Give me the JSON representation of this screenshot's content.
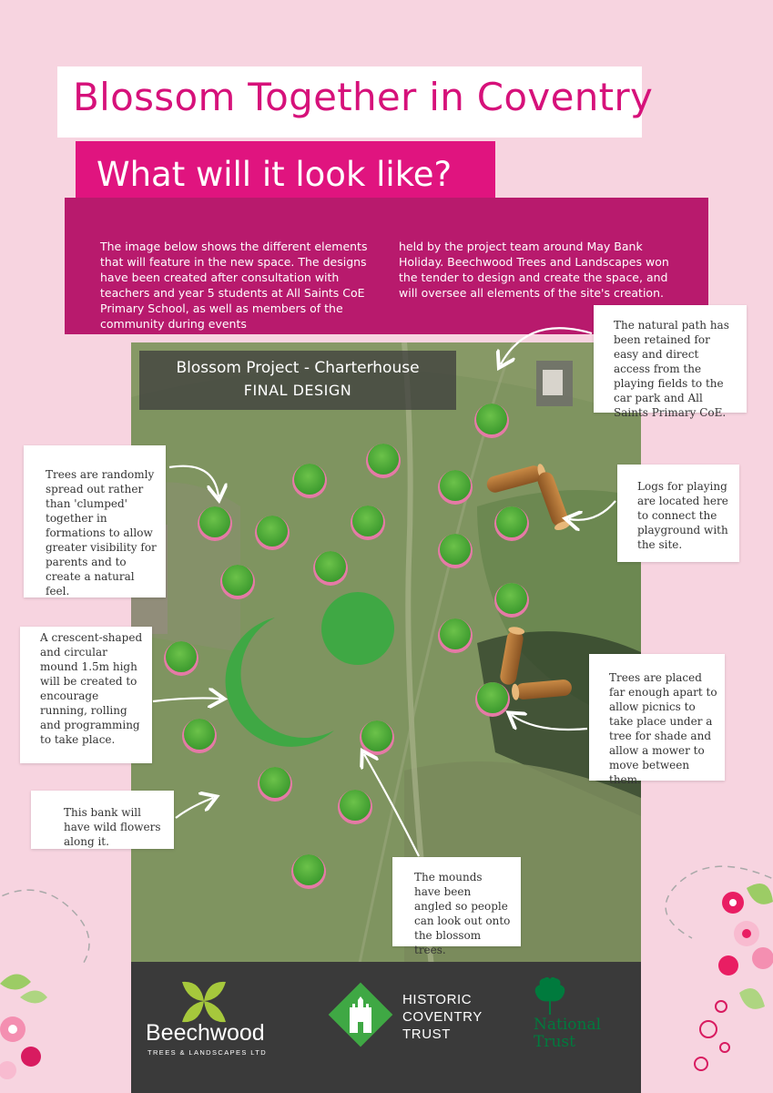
{
  "header": {
    "title": "Blossom Together in Coventry",
    "subtitle": "What will it look like?"
  },
  "intro": {
    "col1": "The image below shows the different elements that will feature in the new space. The designs have been created after consultation with teachers and year 5 students at All Saints CoE Primary School, as well as members of the community during events",
    "col2": "held by the project team around May Bank Holiday. Beechwood Trees and Landscapes won the tender to design and create the space, and will oversee all elements of the site's creation."
  },
  "map": {
    "label_line1": "Blossom Project - Charterhouse",
    "label_line2": "FINAL DESIGN"
  },
  "callouts": {
    "path": "The natural path has been retained for easy and direct access from the playing fields to the car park and All Saints Primary CoE.",
    "trees_random": "Trees are randomly spread out rather than 'clumped' together in formations to allow greater visibility for parents and to create a natural feel.",
    "logs": "Logs for playing are located here to connect the playground with the site.",
    "mound": "A crescent-shaped and circular mound 1.5m high will be created to encourage running, rolling and programming to take place.",
    "trees_apart": "Trees are placed far enough apart to allow picnics to take place under a tree for shade and allow a mower to move between them.",
    "bank": "This bank will have wild flowers along it.",
    "mounds_angled": "The mounds have been angled so people can look out onto the blossom trees."
  },
  "footer": {
    "beechwood_name": "Beechwood",
    "beechwood_sub": "TREES & LANDSCAPES LTD",
    "hct_line1": "HISTORIC",
    "hct_line2": "COVENTRY",
    "hct_line3": "TRUST",
    "nt_line1": "National",
    "nt_line2": "Trust"
  },
  "colors": {
    "background": "#f7d4e0",
    "title_pink": "#d6117a",
    "subtitle_bg": "#e0147f",
    "intro_bg": "#b81a6d",
    "tree_green": "#4caf3a",
    "mound_green": "#3fa844",
    "footer_bg": "#3a3a3a",
    "beechwood_green": "#a6c83c",
    "national_trust_green": "#007a3d"
  }
}
